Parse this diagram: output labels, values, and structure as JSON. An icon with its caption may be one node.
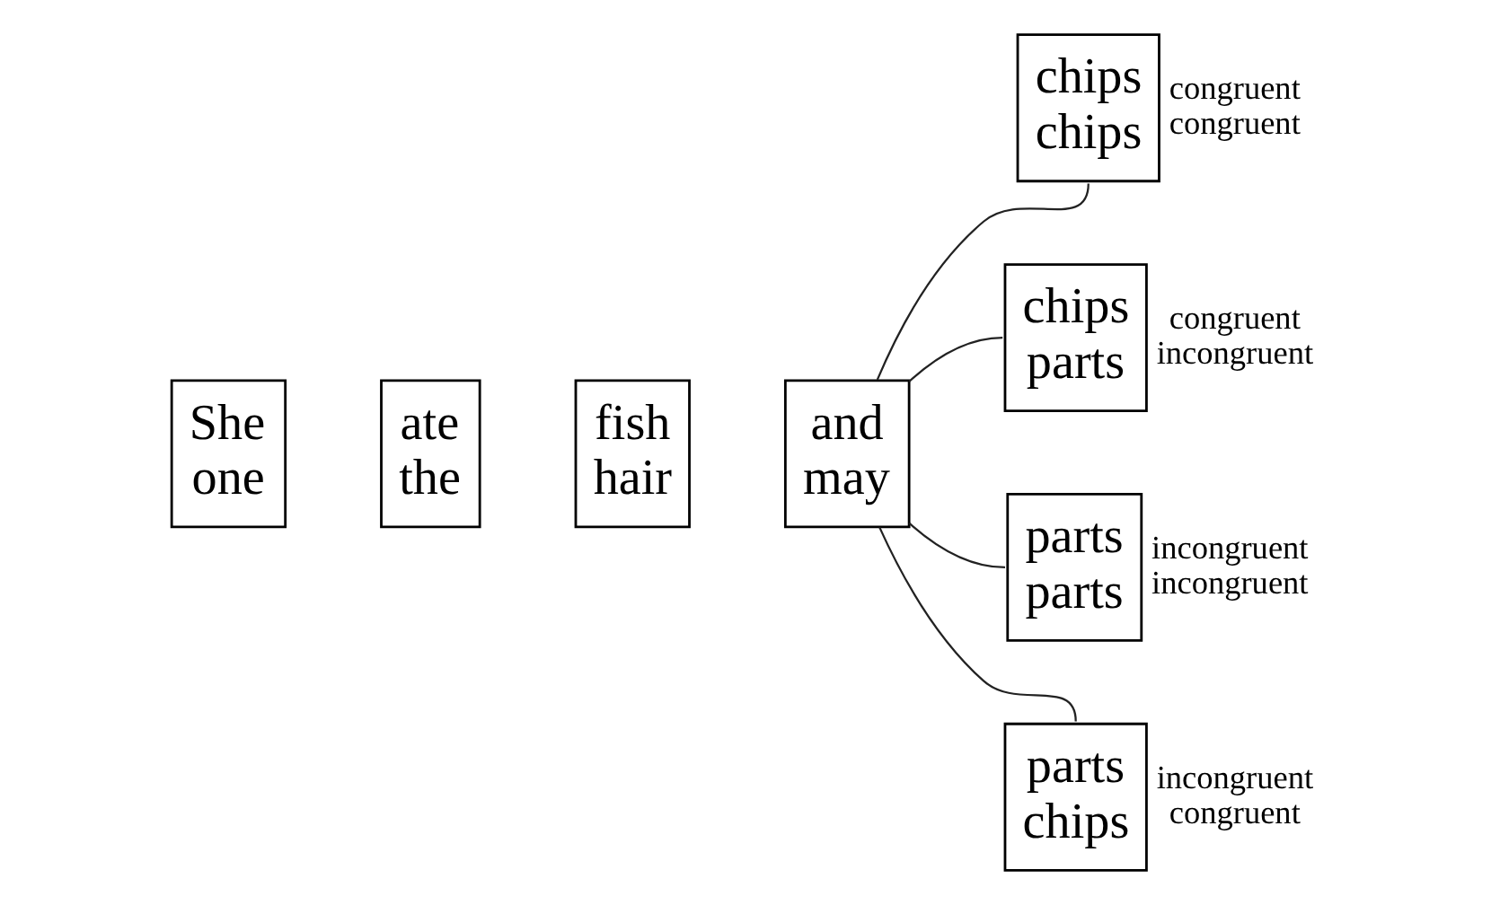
{
  "diagram": {
    "nodes": [
      {
        "text": [
          "She",
          "one"
        ]
      },
      {
        "text": [
          "ate",
          "the"
        ]
      },
      {
        "text": [
          "fish",
          "hair"
        ]
      },
      {
        "text": [
          "and",
          "may"
        ]
      },
      {
        "text": [
          "chips",
          "chips"
        ],
        "beside": [
          "congruent",
          "congruent"
        ]
      },
      {
        "text": [
          "chips",
          "parts"
        ],
        "beside": [
          "congruent",
          "incongruent"
        ]
      },
      {
        "text": [
          "parts",
          "parts"
        ],
        "beside": [
          "incongruent",
          "incongruent"
        ]
      },
      {
        "text": [
          "parts",
          "chips"
        ],
        "beside": [
          "incongruent",
          "congruent"
        ]
      }
    ],
    "edges": [
      {
        "from": 3,
        "to": 4,
        "arrow": "none"
      },
      {
        "from": 3,
        "to": 5,
        "arrow": "none"
      },
      {
        "from": 3,
        "to": 6,
        "arrow": "none"
      },
      {
        "from": 3,
        "to": 7,
        "arrow": "none"
      }
    ]
  }
}
